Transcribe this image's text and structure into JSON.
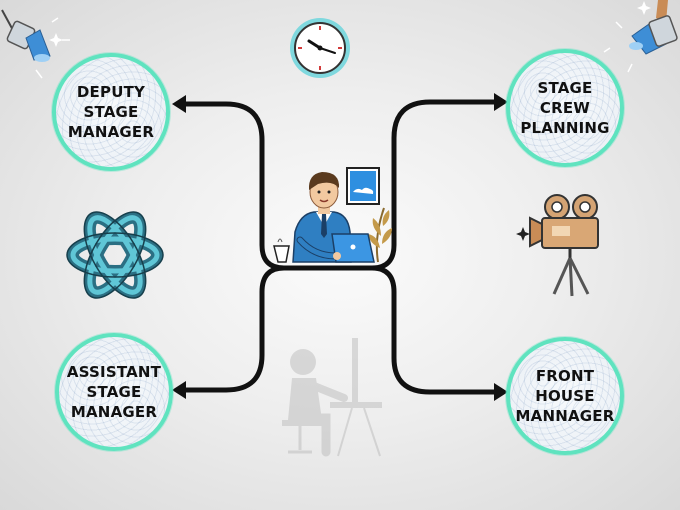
{
  "diagram": {
    "nodes": {
      "deputy": "DEPUTY\nSTAGE\nMANAGER",
      "crew": "STAGE\nCREW\nPLANNING",
      "assistant": "ASSISTANT\nSTAGE\nMANAGER",
      "front": "FRONT\nHOUSE\nMANNAGER"
    }
  },
  "icons": [
    "clock-icon",
    "spotlight-icon",
    "knot-logo-icon",
    "film-camera-icon",
    "office-worker-icon",
    "desk-silhouette-icon"
  ],
  "colors": {
    "node_border": "#5fe3bf",
    "shirt_blue": "#2f7fc2",
    "connector": "#111111"
  }
}
